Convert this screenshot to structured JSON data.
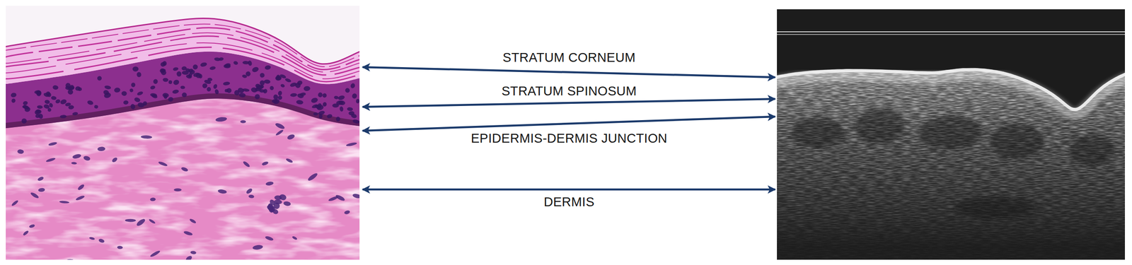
{
  "diagram": {
    "labels": [
      "STRATUM CORNEUM",
      "STRATUM SPINOSUM",
      "EPIDERMIS-DERMIS JUNCTION",
      "DERMIS"
    ]
  }
}
